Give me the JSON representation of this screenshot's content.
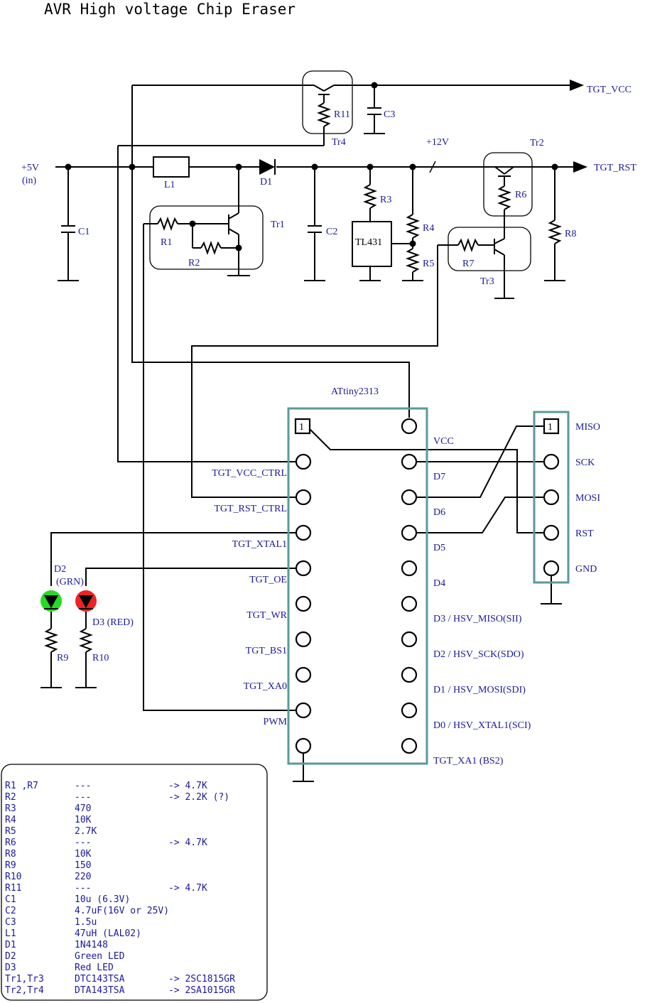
{
  "title": "AVR High voltage Chip Eraser",
  "nets": {
    "tgt_vcc": "TGT_VCC",
    "tgt_rst": "TGT_RST",
    "plus12": "+12V",
    "plus5": "+5V",
    "plus5_in": "(in)"
  },
  "parts": {
    "C1": "C1",
    "C2": "C2",
    "C3": "C3",
    "L1": "L1",
    "D1": "D1",
    "R1": "R1",
    "R2": "R2",
    "R3": "R3",
    "R4": "R4",
    "R5": "R5",
    "R6": "R6",
    "R7": "R7",
    "R8": "R8",
    "R9": "R9",
    "R10": "R10",
    "R11": "R11",
    "Tr1": "Tr1",
    "Tr2": "Tr2",
    "Tr3": "Tr3",
    "Tr4": "Tr4",
    "TL431": "TL431",
    "D2": "D2",
    "D2_sub": "(GRN)",
    "D3": "D3 (RED)"
  },
  "mcu": {
    "name": "ATtiny2313",
    "pin1": "1",
    "left_labels": [
      "TGT_VCC_CTRL",
      "TGT_RST_CTRL",
      "TGT_XTAL1",
      "TGT_OE",
      "TGT_WR",
      "TGT_BS1",
      "TGT_XA0",
      "PWM"
    ],
    "right_labels": [
      "VCC",
      "D7",
      "D6",
      "D5",
      "D4",
      "D3 / HSV_MISO(SII)",
      "D2 / HSV_SCK(SDO)",
      "D1 / HSV_MOSI(SDI)",
      "D0 / HSV_XTAL1(SCI)",
      "TGT_XA1 (BS2)"
    ]
  },
  "isp": {
    "pin1": "1",
    "labels": [
      "MISO",
      "SCK",
      "MOSI",
      "RST",
      "GND"
    ]
  },
  "bom": [
    [
      "R1 ,R7",
      "---",
      "->  4.7K"
    ],
    [
      "R2",
      "---",
      "->  2.2K (?)"
    ],
    [
      "R3",
      "470",
      ""
    ],
    [
      "R4",
      "10K",
      ""
    ],
    [
      "R5",
      "2.7K",
      ""
    ],
    [
      "R6",
      "---",
      "->  4.7K"
    ],
    [
      "R8",
      "10K",
      ""
    ],
    [
      "R9",
      "150",
      ""
    ],
    [
      "R10",
      "220",
      ""
    ],
    [
      "R11",
      "---",
      "->  4.7K"
    ],
    [
      "C1",
      "10u  (6.3V)",
      ""
    ],
    [
      "C2",
      "4.7uF(16V or 25V)",
      ""
    ],
    [
      "C3",
      "1.5u",
      ""
    ],
    [
      "L1",
      "47uH (LAL02)",
      ""
    ],
    [
      "D1",
      "1N4148",
      ""
    ],
    [
      "D2",
      "Green LED",
      ""
    ],
    [
      "D3",
      "Red LED",
      ""
    ],
    [
      "Tr1,Tr3",
      "DTC143TSA",
      "-> 2SC1815GR"
    ],
    [
      "Tr2,Tr4",
      "DTA143TSA",
      "-> 2SA1015GR"
    ]
  ],
  "colors": {
    "label": "#1a1a9a",
    "box": "#5a9a9a",
    "led_green": "#22dd22",
    "led_red": "#ee2222"
  }
}
